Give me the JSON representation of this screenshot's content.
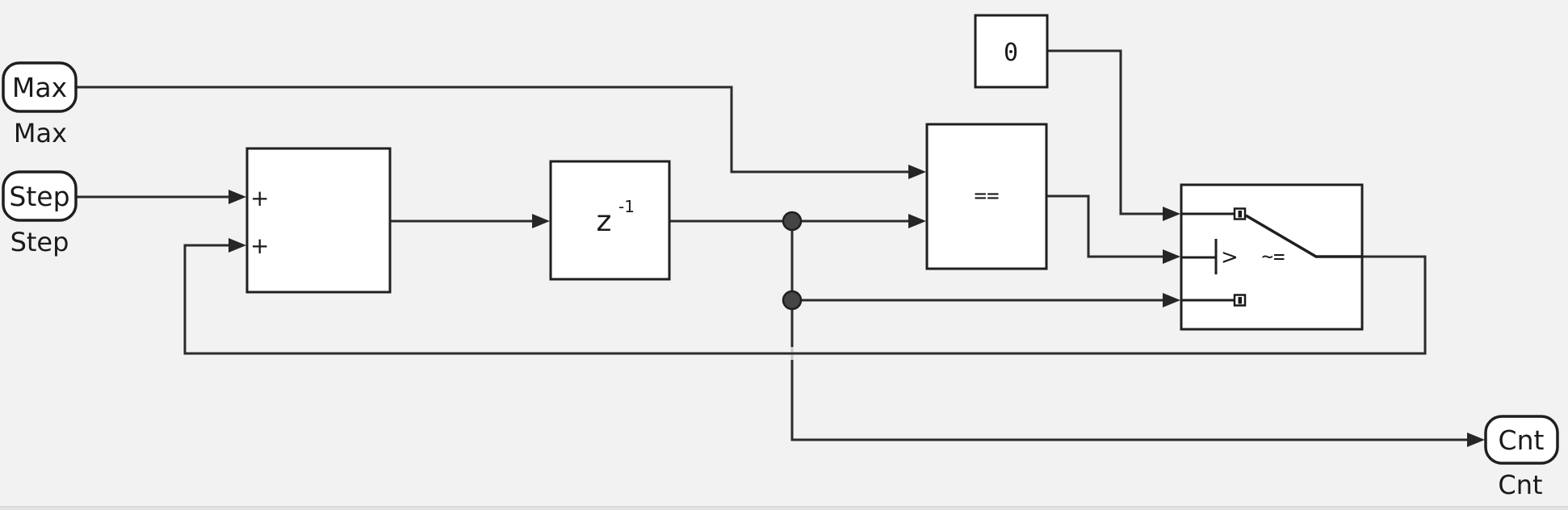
{
  "colors": {
    "background": "#f2f2f2",
    "wire": "#2b2b2b",
    "block_border": "#1f1f1f",
    "block_fill": "#ffffff",
    "text": "#1a1a1a",
    "junction": "#454545",
    "bottom_strip": "#e3e3e3"
  },
  "blocks": {
    "inport_max": {
      "text": "Max",
      "name": "Max"
    },
    "inport_step": {
      "text": "Step",
      "name": "Step"
    },
    "sum": {
      "sign_top": "+",
      "sign_bottom": "+"
    },
    "unit_delay": {
      "base": "z",
      "exponent": "-1"
    },
    "constant_zero": {
      "value": "0"
    },
    "relational_equal": {
      "operator": "=="
    },
    "switch": {
      "criteria": "~=",
      "threshold_marker": ">"
    },
    "outport_cnt": {
      "text": "Cnt",
      "name": "Cnt"
    }
  }
}
